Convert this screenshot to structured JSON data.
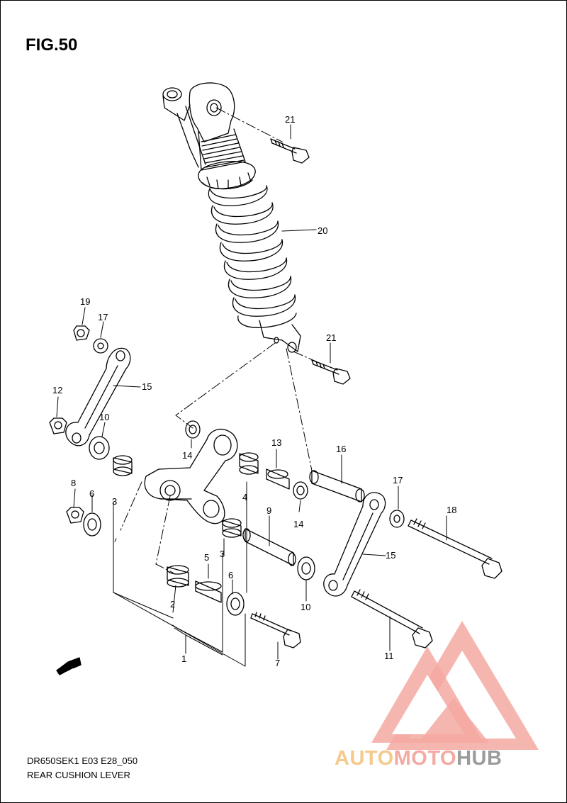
{
  "figure": {
    "title": "FIG.50",
    "model_code": "DR650SEK1 E03 E28_050",
    "section_name": "REAR CUSHION LEVER"
  },
  "parts": {
    "p1": "1",
    "p2": "2",
    "p3a": "3",
    "p3b": "3",
    "p4": "4",
    "p5": "5",
    "p6a": "6",
    "p6b": "6",
    "p7": "7",
    "p8": "8",
    "p9": "9",
    "p10a": "10",
    "p10b": "10",
    "p11": "11",
    "p12": "12",
    "p13": "13",
    "p14a": "14",
    "p14b": "14",
    "p15a": "15",
    "p15b": "15",
    "p16": "16",
    "p17a": "17",
    "p17b": "17",
    "p18": "18",
    "p19": "19",
    "p20": "20",
    "p21a": "21",
    "p21b": "21"
  },
  "fwd_marker": "FWD",
  "watermark": {
    "part1": "AUTO",
    "part2": "MOTO",
    "part3": "HUB",
    "color_primary": "#f4a9a2",
    "color_secondary": "#f6c98c",
    "color_gray": "#9b9b9b"
  }
}
